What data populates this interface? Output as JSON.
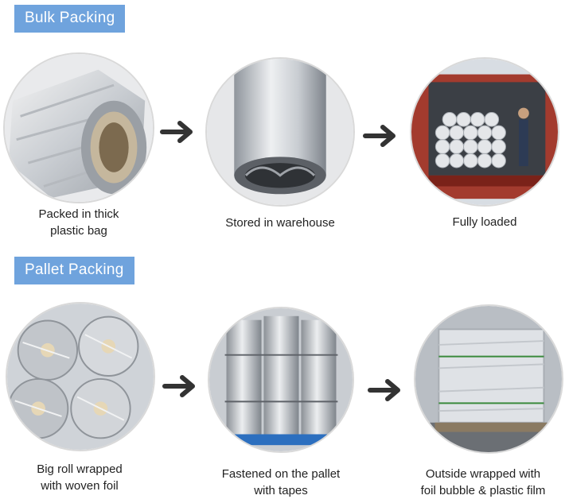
{
  "sections": {
    "bulk": {
      "title": "Bulk Packing",
      "steps": [
        {
          "caption_lines": [
            "Packed in thick",
            "plastic bag"
          ]
        },
        {
          "caption_lines": [
            "Stored in warehouse"
          ]
        },
        {
          "caption_lines": [
            "Fully loaded"
          ]
        }
      ]
    },
    "pallet": {
      "title": "Pallet Packing",
      "steps": [
        {
          "caption_lines": [
            "Big roll wrapped",
            "with woven foil"
          ]
        },
        {
          "caption_lines": [
            "Fastened on the pallet",
            "with tapes"
          ]
        },
        {
          "caption_lines": [
            "Outside wrapped with",
            "foil bubble & plastic film"
          ]
        }
      ]
    }
  },
  "icons": {
    "step_arrow": "arrow-right-icon"
  },
  "colors": {
    "tag_background": "#6fa3dd",
    "tag_text": "#ffffff",
    "arrow": "#333333"
  }
}
